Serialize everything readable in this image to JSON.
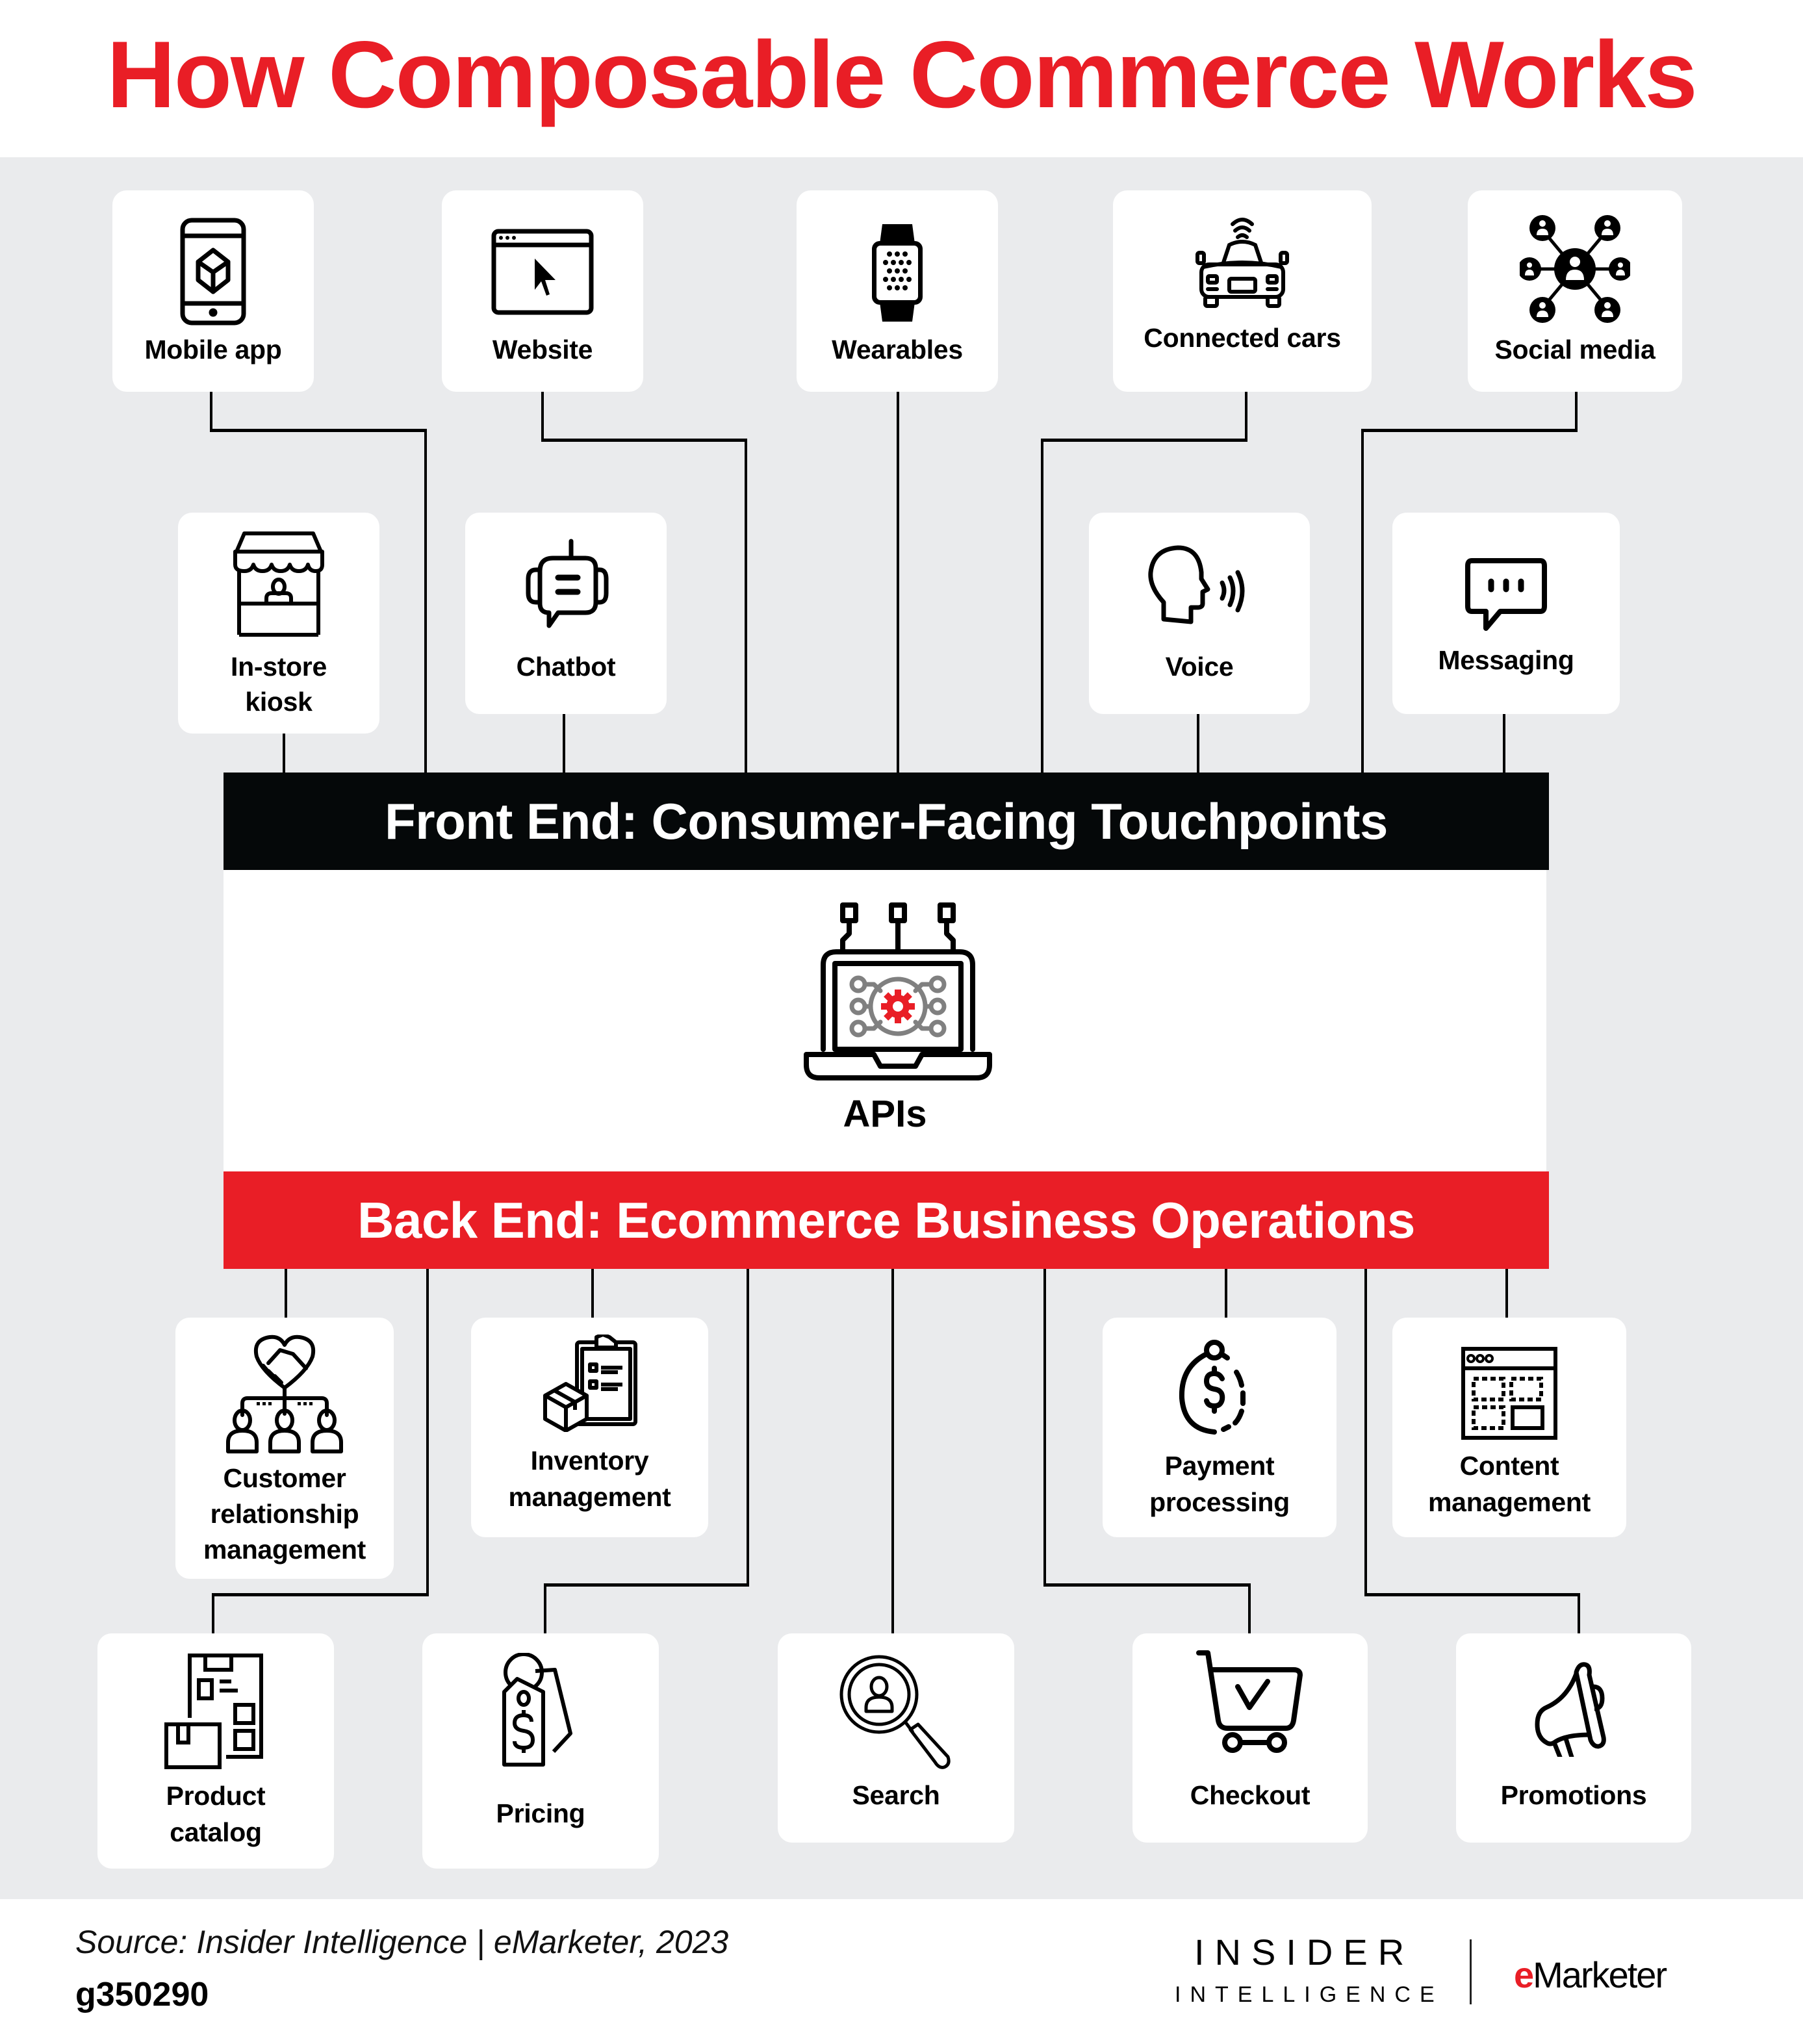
{
  "title": "How Composable Commerce Works",
  "colors": {
    "accent_red": "#E91E26",
    "background_gray": "#EAEBED",
    "front_band": "#050809",
    "card": "#FFFFFF",
    "icon_gray": "#808080"
  },
  "front_end": {
    "band_label": "Front End: Consumer-Facing Touchpoints",
    "touchpoints": [
      {
        "label": "Mobile app",
        "icon": "mobile-app-icon"
      },
      {
        "label": "Website",
        "icon": "website-cursor-icon"
      },
      {
        "label": "Wearables",
        "icon": "smartwatch-icon"
      },
      {
        "label": "Connected cars",
        "icon": "connected-car-icon"
      },
      {
        "label": "Social media",
        "icon": "social-network-icon"
      },
      {
        "label": "In-store kiosk",
        "line1": "In-store",
        "line2": "kiosk",
        "icon": "kiosk-icon"
      },
      {
        "label": "Chatbot",
        "icon": "chatbot-icon"
      },
      {
        "label": "Voice",
        "icon": "voice-icon"
      },
      {
        "label": "Messaging",
        "icon": "message-bubble-icon"
      }
    ]
  },
  "middle": {
    "label": "APIs",
    "icon": "api-laptop-gear-icon"
  },
  "back_end": {
    "band_label": "Back End: Ecommerce Business Operations",
    "operations": [
      {
        "label": "Customer relationship management",
        "line1": "Customer",
        "line2": "relationship",
        "line3": "management",
        "icon": "crm-handshake-icon"
      },
      {
        "label": "Inventory management",
        "line1": "Inventory",
        "line2": "management",
        "icon": "inventory-clipboard-icon"
      },
      {
        "label": "Payment processing",
        "line1": "Payment",
        "line2": "processing",
        "icon": "payment-dollar-icon"
      },
      {
        "label": "Content management",
        "line1": "Content",
        "line2": "management",
        "icon": "content-layout-icon"
      },
      {
        "label": "Product catalog",
        "line1": "Product",
        "line2": "catalog",
        "icon": "product-catalog-icon"
      },
      {
        "label": "Pricing",
        "icon": "price-tag-icon"
      },
      {
        "label": "Search",
        "icon": "search-magnifier-icon"
      },
      {
        "label": "Checkout",
        "icon": "cart-check-icon"
      },
      {
        "label": "Promotions",
        "icon": "megaphone-icon"
      }
    ]
  },
  "footer": {
    "source": "Source: Insider Intelligence | eMarketer, 2023",
    "chart_id": "g350290",
    "logo_insider_line1": "INSIDER",
    "logo_insider_line2": "INTELLIGENCE",
    "logo_emarketer_e": "e",
    "logo_emarketer_rest": "Marketer"
  }
}
